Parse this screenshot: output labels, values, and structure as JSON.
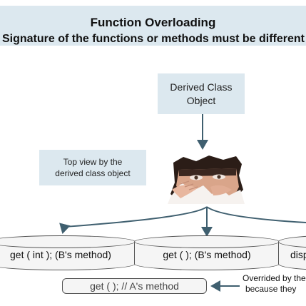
{
  "title": {
    "main": "Function Overloading",
    "sub": "Signature of the functions or methods must be different"
  },
  "derived_object": {
    "line1": "Derived Class",
    "line2": "Object"
  },
  "top_view": {
    "line1": "Top view by the",
    "line2": "derived class object"
  },
  "methods": [
    {
      "label": "get ( int ); (B's method)"
    },
    {
      "label": "get ( ); (B's method)"
    },
    {
      "label": "display"
    }
  ],
  "base_method": {
    "label": "get ( ); // A's method"
  },
  "override_note": {
    "line1": "Overrided by the",
    "line2": "because they"
  },
  "colors": {
    "box_fill": "#dce8ef",
    "arrow": "#3f5f6f",
    "disk_fill": "#f5f5f5",
    "disk_stroke": "#555555"
  }
}
